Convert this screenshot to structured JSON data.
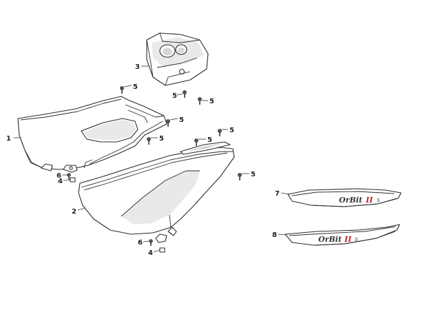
{
  "diagram": {
    "accent_red": "#c0282d",
    "callouts": [
      {
        "id": "c1",
        "label": "1"
      },
      {
        "id": "c2",
        "label": "2"
      },
      {
        "id": "c3",
        "label": "3"
      },
      {
        "id": "c4a",
        "label": "4"
      },
      {
        "id": "c4b",
        "label": "4"
      },
      {
        "id": "c5a",
        "label": "5"
      },
      {
        "id": "c5b",
        "label": "5"
      },
      {
        "id": "c5c",
        "label": "5"
      },
      {
        "id": "c5d",
        "label": "5"
      },
      {
        "id": "c5e",
        "label": "5"
      },
      {
        "id": "c5f",
        "label": "5"
      },
      {
        "id": "c5g",
        "label": "5"
      },
      {
        "id": "c5h",
        "label": "5"
      },
      {
        "id": "c6a",
        "label": "6"
      },
      {
        "id": "c6b",
        "label": "6"
      },
      {
        "id": "c7",
        "label": "7"
      },
      {
        "id": "c8",
        "label": "8"
      }
    ],
    "decals": [
      {
        "id": "decal7",
        "text": "OrBit",
        "badge": "II",
        "suffix": "S"
      },
      {
        "id": "decal8",
        "text": "OrBit",
        "badge": "II",
        "suffix": "S"
      }
    ]
  }
}
